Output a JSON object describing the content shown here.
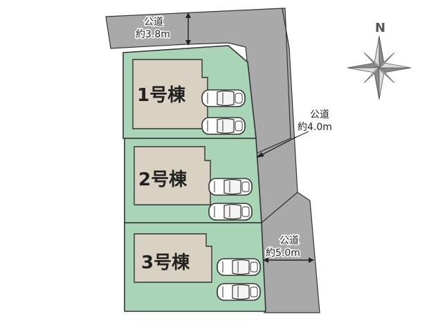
{
  "lots": [
    {
      "label": "1号棟"
    },
    {
      "label": "2号棟"
    },
    {
      "label": "3号棟"
    }
  ],
  "roads": {
    "north": {
      "type": "公道",
      "width": "約3.8m"
    },
    "east_upper": {
      "type": "公道",
      "width": "約4.0m"
    },
    "east_lower": {
      "type": "公道",
      "width": "約5.0m"
    }
  },
  "compass": {
    "label": "N"
  },
  "colors": {
    "road": "#a9a9a9",
    "lot": "#a9d4b5",
    "building": "#d9d2c3",
    "outline": "#333333"
  }
}
